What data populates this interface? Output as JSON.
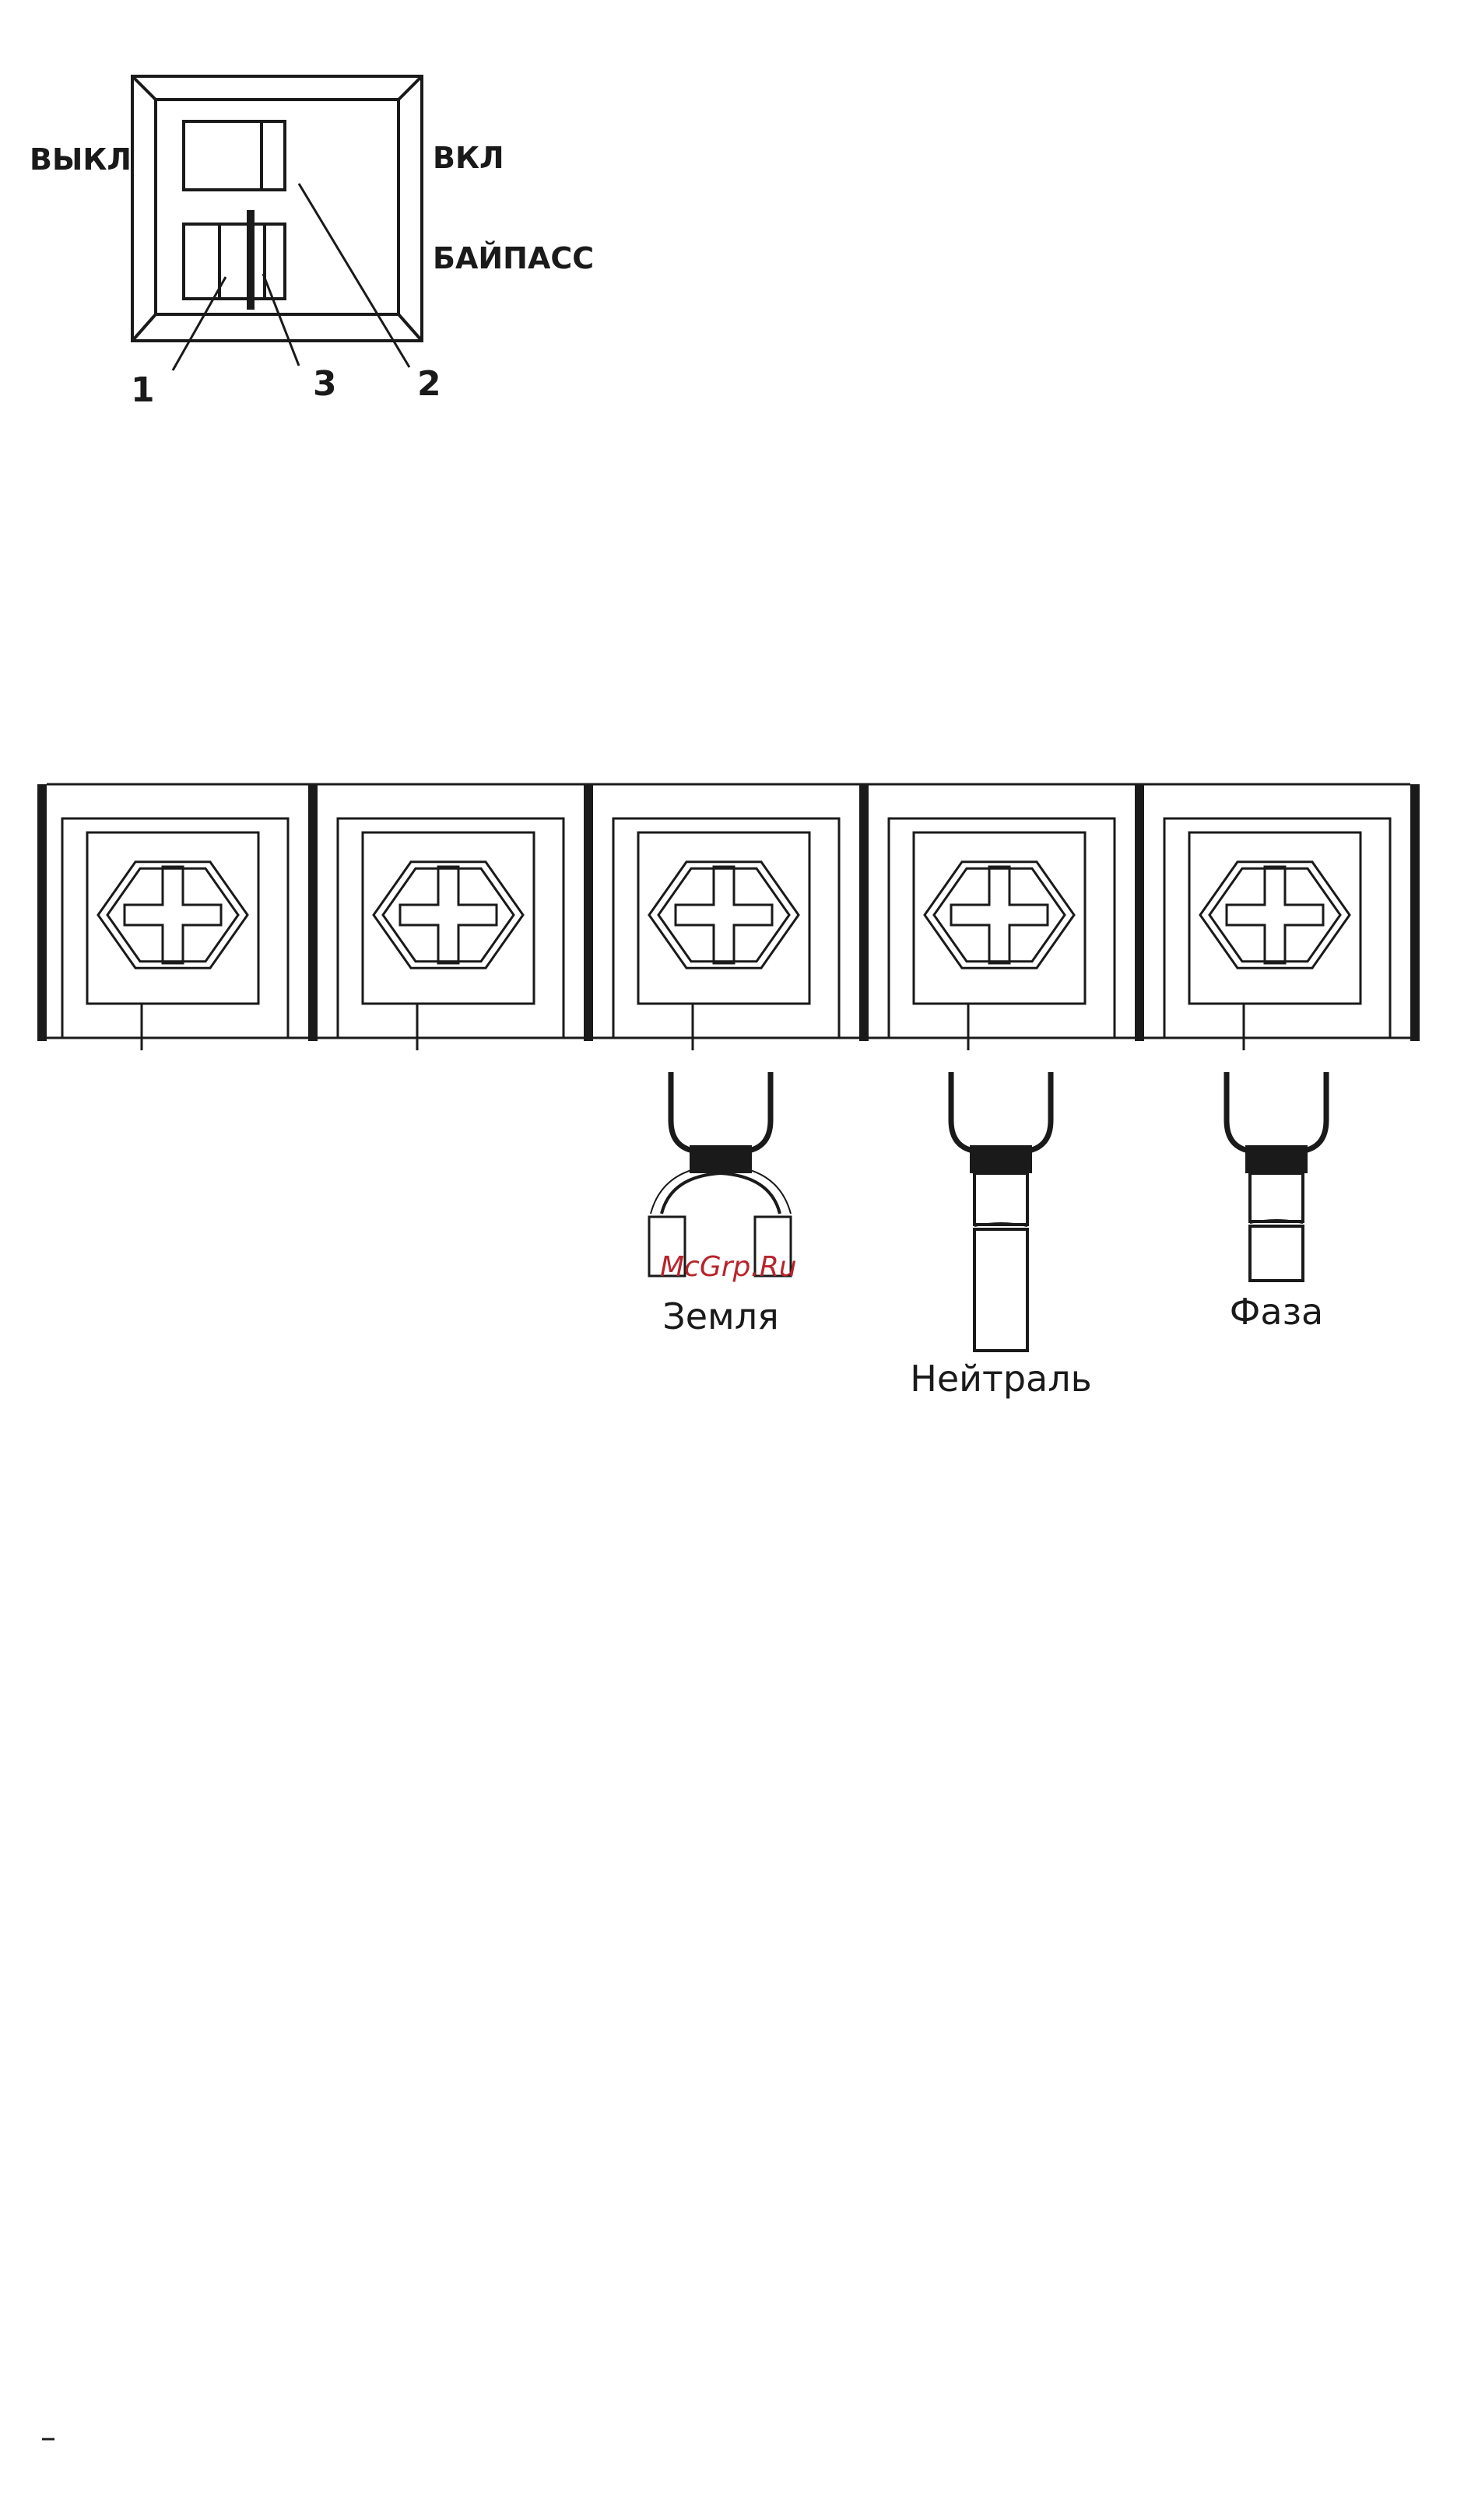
{
  "switch_diagram": {
    "label_off": "ВЫКЛ",
    "label_on": "ВКЛ",
    "label_bypass": "БАЙПАСС",
    "callouts": [
      "1",
      "3",
      "2"
    ]
  },
  "terminal_block": {
    "terminal_count": 5,
    "wire_labels": {
      "ground": "Земля",
      "neutral": "Нейтраль",
      "phase": "Фаза"
    }
  },
  "watermark": "McGrp.Ru",
  "footer_mark": "–",
  "colors": {
    "line": "#1a1a1a",
    "watermark": "#b8242c"
  }
}
